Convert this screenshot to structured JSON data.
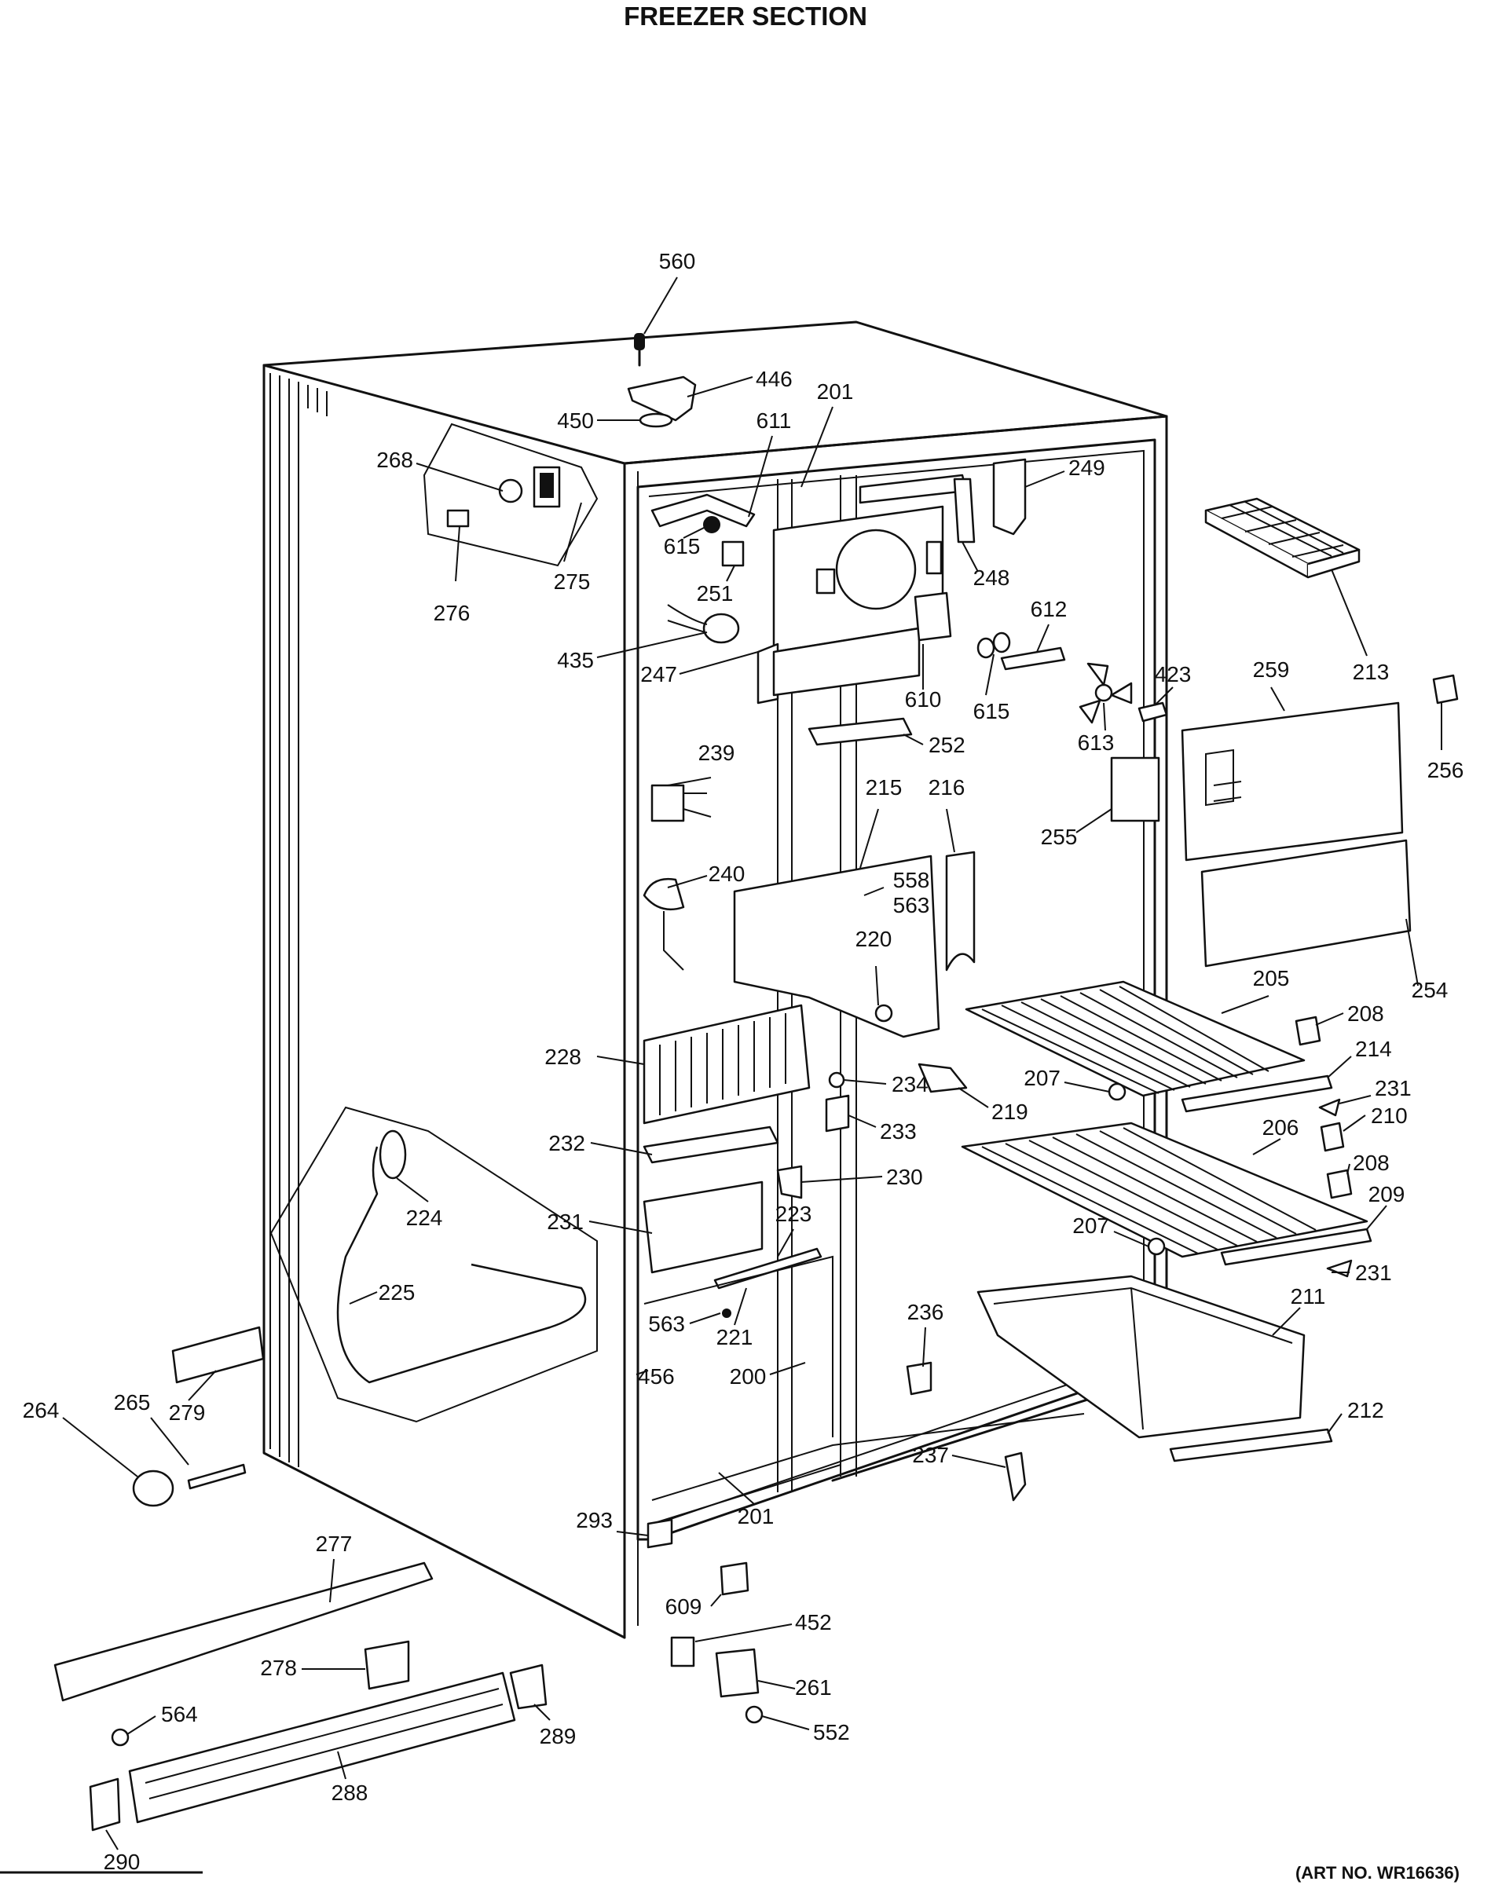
{
  "title": "FREEZER SECTION",
  "art_number": "(ART NO. WR16636)",
  "callouts": [
    {
      "id": "c560",
      "text": "560"
    },
    {
      "id": "c446",
      "text": "446"
    },
    {
      "id": "c450",
      "text": "450"
    },
    {
      "id": "c611",
      "text": "611"
    },
    {
      "id": "c201a",
      "text": "201"
    },
    {
      "id": "c268",
      "text": "268"
    },
    {
      "id": "c249",
      "text": "249"
    },
    {
      "id": "c615a",
      "text": "615"
    },
    {
      "id": "c251",
      "text": "251"
    },
    {
      "id": "c248",
      "text": "248"
    },
    {
      "id": "c276",
      "text": "276"
    },
    {
      "id": "c275",
      "text": "275"
    },
    {
      "id": "c612",
      "text": "612"
    },
    {
      "id": "c213",
      "text": "213"
    },
    {
      "id": "c435",
      "text": "435"
    },
    {
      "id": "c247",
      "text": "247"
    },
    {
      "id": "c610",
      "text": "610"
    },
    {
      "id": "c615b",
      "text": "615"
    },
    {
      "id": "c423",
      "text": "423"
    },
    {
      "id": "c259",
      "text": "259"
    },
    {
      "id": "c613",
      "text": "613"
    },
    {
      "id": "c252",
      "text": "252"
    },
    {
      "id": "c239",
      "text": "239"
    },
    {
      "id": "c256",
      "text": "256"
    },
    {
      "id": "c215",
      "text": "215"
    },
    {
      "id": "c216",
      "text": "216"
    },
    {
      "id": "c255",
      "text": "255"
    },
    {
      "id": "c240",
      "text": "240"
    },
    {
      "id": "c558",
      "text": "558"
    },
    {
      "id": "c563a",
      "text": "563"
    },
    {
      "id": "c220",
      "text": "220"
    },
    {
      "id": "c254",
      "text": "254"
    },
    {
      "id": "c205",
      "text": "205"
    },
    {
      "id": "c208a",
      "text": "208"
    },
    {
      "id": "c228",
      "text": "228"
    },
    {
      "id": "c214",
      "text": "214"
    },
    {
      "id": "c207a",
      "text": "207"
    },
    {
      "id": "c234",
      "text": "234"
    },
    {
      "id": "c231a",
      "text": "231"
    },
    {
      "id": "c219",
      "text": "219"
    },
    {
      "id": "c233",
      "text": "233"
    },
    {
      "id": "c210",
      "text": "210"
    },
    {
      "id": "c206",
      "text": "206"
    },
    {
      "id": "c232",
      "text": "232"
    },
    {
      "id": "c208b",
      "text": "208"
    },
    {
      "id": "c230",
      "text": "230"
    },
    {
      "id": "c224",
      "text": "224"
    },
    {
      "id": "c209",
      "text": "209"
    },
    {
      "id": "c231b",
      "text": "231"
    },
    {
      "id": "c223",
      "text": "223"
    },
    {
      "id": "c207b",
      "text": "207"
    },
    {
      "id": "c231c",
      "text": "231"
    },
    {
      "id": "c225",
      "text": "225"
    },
    {
      "id": "c211",
      "text": "211"
    },
    {
      "id": "c563b",
      "text": "563"
    },
    {
      "id": "c221",
      "text": "221"
    },
    {
      "id": "c236",
      "text": "236"
    },
    {
      "id": "c456",
      "text": "456"
    },
    {
      "id": "c200",
      "text": "200"
    },
    {
      "id": "c265",
      "text": "265"
    },
    {
      "id": "c279",
      "text": "279"
    },
    {
      "id": "c264",
      "text": "264"
    },
    {
      "id": "c212",
      "text": "212"
    },
    {
      "id": "c237",
      "text": "237"
    },
    {
      "id": "c201b",
      "text": "201"
    },
    {
      "id": "c293",
      "text": "293"
    },
    {
      "id": "c277",
      "text": "277"
    },
    {
      "id": "c609",
      "text": "609"
    },
    {
      "id": "c452",
      "text": "452"
    },
    {
      "id": "c278",
      "text": "278"
    },
    {
      "id": "c261",
      "text": "261"
    },
    {
      "id": "c564",
      "text": "564"
    },
    {
      "id": "c289",
      "text": "289"
    },
    {
      "id": "c552",
      "text": "552"
    },
    {
      "id": "c288",
      "text": "288"
    },
    {
      "id": "c290",
      "text": "290"
    }
  ]
}
